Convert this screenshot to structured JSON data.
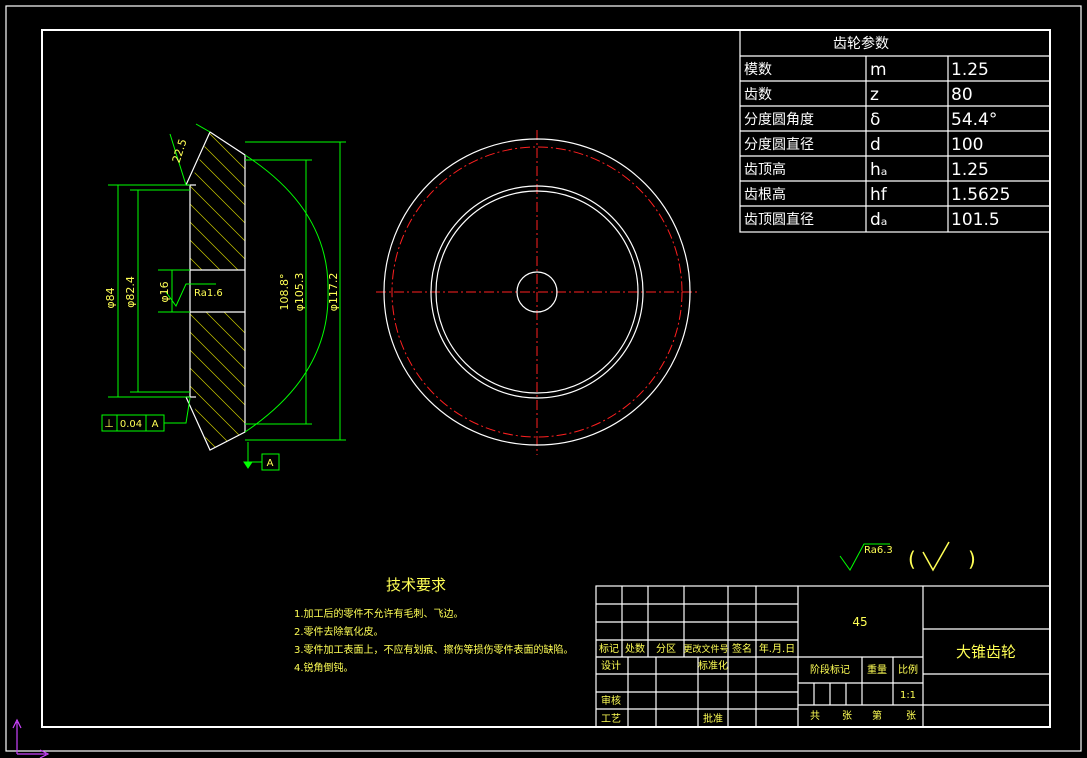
{
  "param_table": {
    "title": "齿轮参数",
    "rows": [
      {
        "name": "模数",
        "symbol": "m",
        "value": "1.25"
      },
      {
        "name": "齿数",
        "symbol": "z",
        "value": "80"
      },
      {
        "name": "分度圆角度",
        "symbol": "δ",
        "value": "54.4°"
      },
      {
        "name": "分度圆直径",
        "symbol": "d",
        "value": "100"
      },
      {
        "name": "齿顶高",
        "symbol": "hₐ",
        "value": "1.25"
      },
      {
        "name": "齿根高",
        "symbol": "hf",
        "value": "1.5625"
      },
      {
        "name": "齿顶圆直径",
        "symbol": "dₐ",
        "value": "101.5"
      }
    ]
  },
  "dimensions": {
    "d84": "φ84",
    "d82_4": "φ82.4",
    "d16": "φ16",
    "ra": "Ra1.6",
    "d108": "108.8°",
    "d105_3": "φ105.3",
    "d117_2": "φ117.2",
    "chamfer": "22.5"
  },
  "tolerance": {
    "symbol": "⊥",
    "value": "0.04",
    "datum": "A"
  },
  "datum_label": "A",
  "surface_finish": {
    "ra": "Ra6.3",
    "paren_open": "(",
    "check": "√",
    "paren_close": ")"
  },
  "tech_requirements": {
    "title": "技术要求",
    "items": [
      "1.加工后的零件不允许有毛刺、飞边。",
      "2.零件去除氧化皮。",
      "3.零件加工表面上，不应有划痕、擦伤等损伤零件表面的缺陷。",
      "4.锐角倒钝。"
    ]
  },
  "title_block": {
    "material": "45",
    "part_name": "大锥齿轮",
    "header": [
      "标记",
      "处数",
      "分区",
      "更改文件号",
      "签名",
      "年.月.日"
    ],
    "design": "设计",
    "standardize": "标准化",
    "review": "审核",
    "process": "工艺",
    "approve": "批准",
    "stage_mark": "阶段标记",
    "weight": "重量",
    "scale": "比例",
    "scale_value": "1:1",
    "total": "共",
    "sheet1": "张",
    "page": "第",
    "sheet2": "张"
  },
  "colors": {
    "background": "#000000",
    "lines": "#ffffff",
    "dimensions": "#00ff00",
    "centerlines": "#ff2020",
    "text": "#ffff55"
  }
}
